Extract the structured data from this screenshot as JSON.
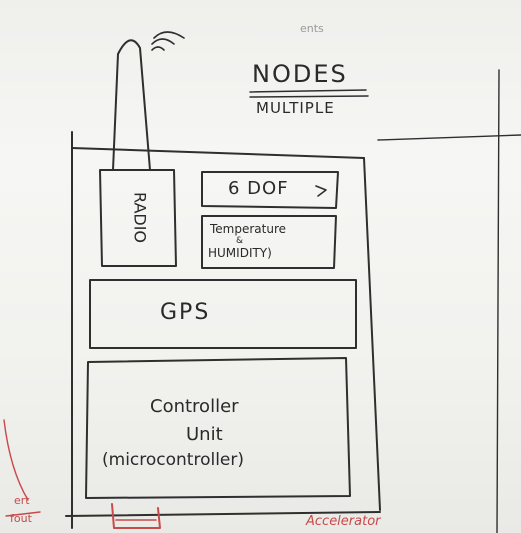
{
  "header": {
    "title": "NODES",
    "subtitle": "MULTIPLE",
    "faint_top_text": "ents"
  },
  "blocks": {
    "radio": "RADIO",
    "dof": "6 DOF",
    "temp_line1": "Temperature",
    "temp_line2": "&",
    "temp_line3": "HUMIDITY)",
    "gps": "GPS",
    "ctrl_line1": "Controller",
    "ctrl_line2": "Unit",
    "ctrl_line3": "(microcontroller)"
  },
  "annotations": {
    "bottom_right_red": "Accelerator",
    "left_red_1": "ert",
    "left_red_2": "fout"
  },
  "colors": {
    "ink": "#2a2a2a",
    "red_ink": "#c84a4a",
    "paper": "#f3f3f1"
  }
}
